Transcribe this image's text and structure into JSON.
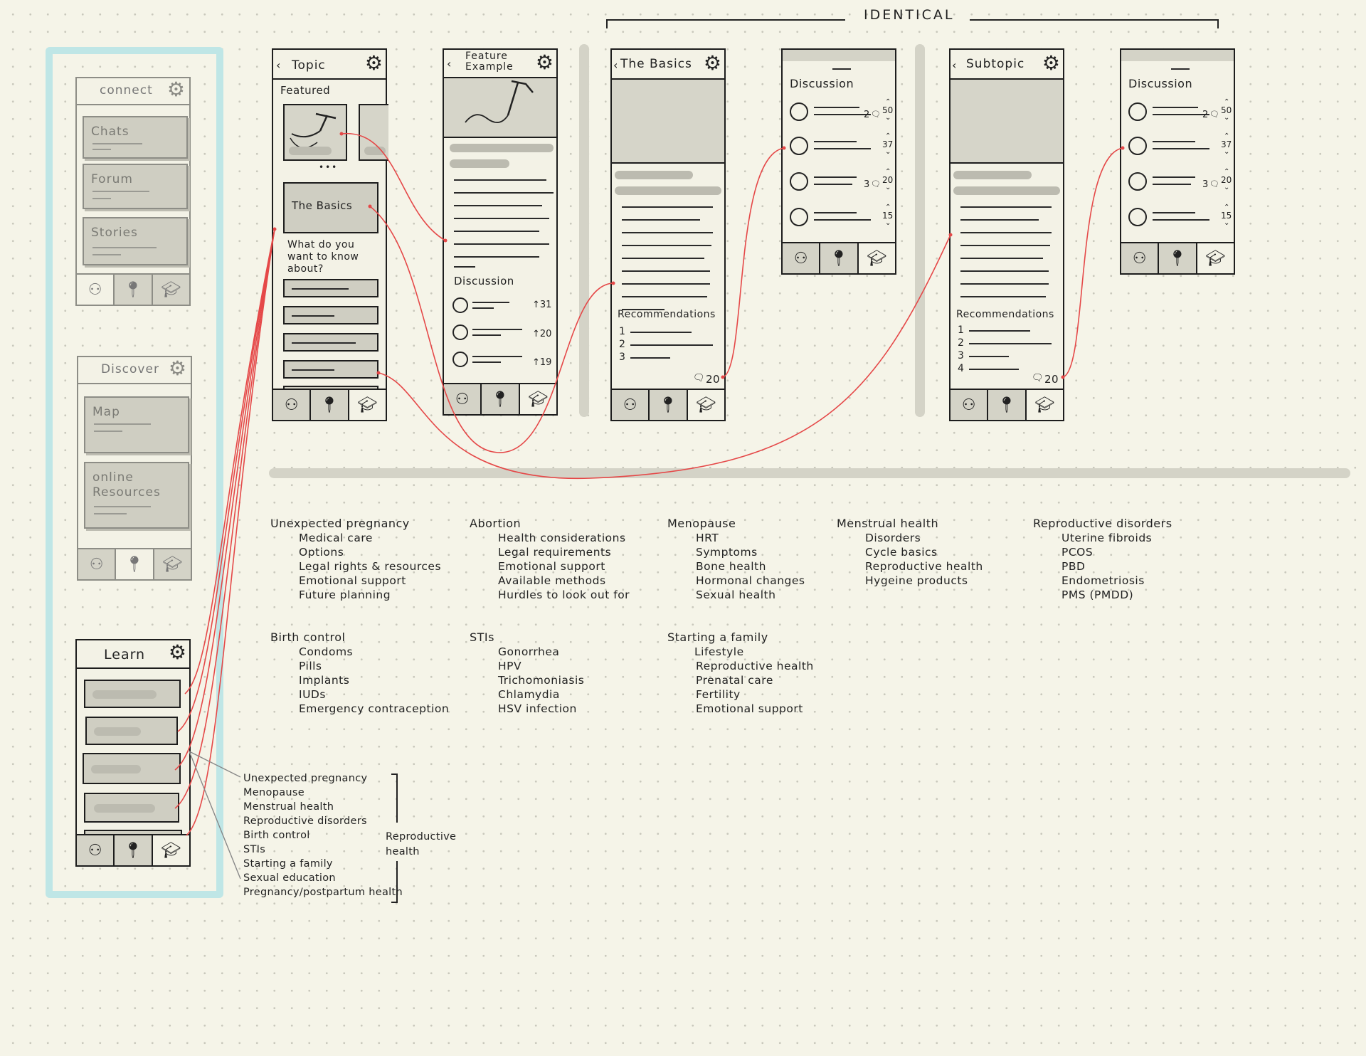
{
  "identical_label": "IDENTICAL",
  "colors": {
    "wire": "#e54848",
    "highlight": "#bfe6e6",
    "paper": "#f5f4e8",
    "panel": "#d4d3c7"
  },
  "nav": {
    "connect": {
      "title": "connect",
      "cards": [
        "Chats",
        "Forum",
        "Stories"
      ]
    },
    "discover": {
      "title": "Discover",
      "cards": [
        "Map",
        "online\nResources"
      ]
    },
    "learn": {
      "title": "Learn"
    }
  },
  "icons": {
    "tab1": "people-icon",
    "tab2": "map-pin-icon",
    "tab3": "graduation-cap-icon",
    "settings": "gear-icon"
  },
  "topic_screen": {
    "title": "Topic",
    "featured_label": "Featured",
    "pager": "•••",
    "card_label": "The Basics",
    "question": "What do you\nwant to know\nabout?"
  },
  "feature_screen": {
    "title": "Feature\nExample",
    "discussion_label": "Discussion",
    "votes": [
      "↑31",
      "↑20",
      "↑19"
    ]
  },
  "basics_screen": {
    "title": "The Basics",
    "recommendations_label": "Recommendations",
    "numbers": [
      "1",
      "2",
      "3"
    ],
    "comments": "20"
  },
  "discussion_screen_1": {
    "title": "Discussion",
    "items": [
      {
        "comments": "2",
        "votes": "50"
      },
      {
        "comments": "",
        "votes": "37"
      },
      {
        "comments": "3",
        "votes": "20"
      },
      {
        "comments": "",
        "votes": "15"
      }
    ]
  },
  "subtopic_screen": {
    "title": "Subtopic",
    "recommendations_label": "Recommendations",
    "numbers": [
      "1",
      "2",
      "3",
      "4"
    ],
    "comments": "20"
  },
  "discussion_screen_2": {
    "title": "Discussion",
    "items": [
      {
        "comments": "2",
        "votes": "50"
      },
      {
        "comments": "",
        "votes": "37"
      },
      {
        "comments": "3",
        "votes": "20"
      },
      {
        "comments": "",
        "votes": "15"
      }
    ]
  },
  "topic_groups": [
    {
      "heading": "Unexpected pregnancy",
      "items": [
        "Medical care",
        "Options",
        "Legal rights & resources",
        "Emotional support",
        "Future planning"
      ]
    },
    {
      "heading": "Abortion",
      "items": [
        "Health considerations",
        "Legal requirements",
        "Emotional support",
        "Available methods",
        "Hurdles to look out for"
      ]
    },
    {
      "heading": "Menopause",
      "items": [
        "HRT",
        "Symptoms",
        "Bone health",
        "Hormonal changes",
        "Sexual health"
      ]
    },
    {
      "heading": "Menstrual health",
      "items": [
        "Disorders",
        "Cycle basics",
        "Reproductive health",
        "Hygeine products"
      ]
    },
    {
      "heading": "Reproductive disorders",
      "items": [
        "Uterine fibroids",
        "PCOS",
        "PBD",
        "Endometriosis",
        "PMS (PMDD)"
      ]
    },
    {
      "heading": "Birth control",
      "items": [
        "Condoms",
        "Pills",
        "Implants",
        "IUDs",
        "Emergency contraception"
      ]
    },
    {
      "heading": "STIs",
      "items": [
        "Gonorrhea",
        "HPV",
        "Trichomoniasis",
        "Chlamydia",
        "HSV infection"
      ]
    },
    {
      "heading": "Starting a family",
      "items": [
        "Lifestyle",
        "Reproductive health",
        "Prenatal care",
        "Fertility",
        "Emotional support"
      ]
    }
  ],
  "learn_list": [
    "Unexpected pregnancy",
    "Menopause",
    "Menstrual health",
    "Reproductive disorders",
    "Birth control",
    "STIs",
    "Starting a family",
    "Sexual education",
    "Pregnancy/postpartum health"
  ],
  "bracket_label": "Reproductive\nhealth"
}
